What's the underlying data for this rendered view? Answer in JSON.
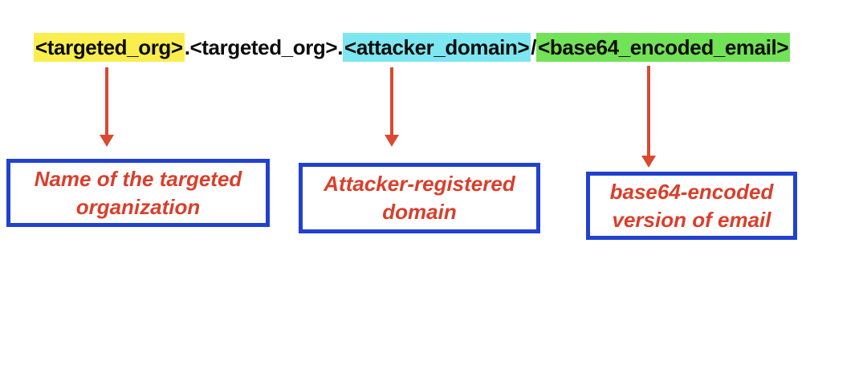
{
  "url_line": {
    "segments": [
      {
        "text": "<targeted_org>",
        "highlight": "yellow"
      },
      {
        "text": ".<targeted_org>.",
        "highlight": "none"
      },
      {
        "text": "<attacker_domain>",
        "highlight": "cyan"
      },
      {
        "text": "/",
        "highlight": "none"
      },
      {
        "text": "<base64_encoded_email>",
        "highlight": "green"
      }
    ]
  },
  "annotations": [
    {
      "label": "Name of the targeted organization",
      "points_to": "<targeted_org>"
    },
    {
      "label": "Attacker-registered domain",
      "points_to": "<attacker_domain>"
    },
    {
      "label": "base64-encoded version of email",
      "points_to": "<base64_encoded_email>"
    }
  ],
  "colors": {
    "yellow_highlight": "#f9ee4e",
    "cyan_highlight": "#7ce6f1",
    "green_highlight": "#72e257",
    "box_border": "#2141cf",
    "label_text": "#d93f2c",
    "arrow": "#d94a31",
    "url_text": "#0d0d0d",
    "background": "#ffffff"
  }
}
